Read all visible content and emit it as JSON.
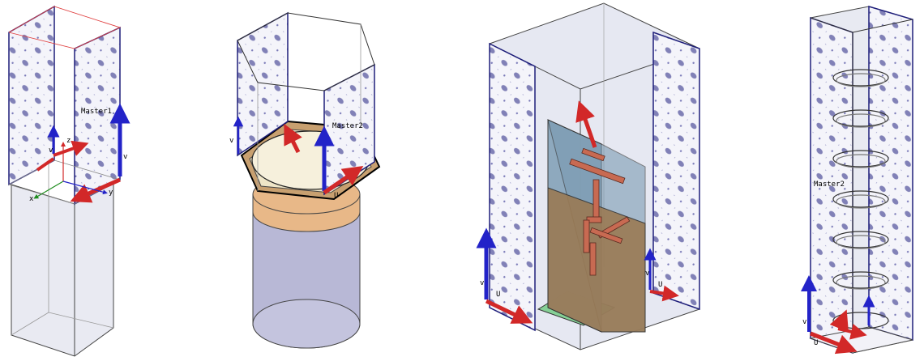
{
  "labels": {
    "master1": "Master1",
    "master2a": "Master2",
    "master2b": "Master2",
    "z": "z",
    "v": "v",
    "u": "U",
    "x": "x",
    "y": "y"
  },
  "colors": {
    "boundary": "#1e1e7a",
    "pattern_dot": "#3c3c8c",
    "arrow_blue": "#2323c8",
    "arrow_red": "#d22828",
    "arrow_green": "#1e8c1e",
    "box_fill": "#e8eaf2",
    "copper": "#e0a870",
    "cylinder": "#b4b4d4",
    "substrate": "#86a8c0",
    "trace": "#c06050",
    "ground": "#80cc90"
  },
  "icons": [
    "axis-triad",
    "coordinate-arrow"
  ]
}
